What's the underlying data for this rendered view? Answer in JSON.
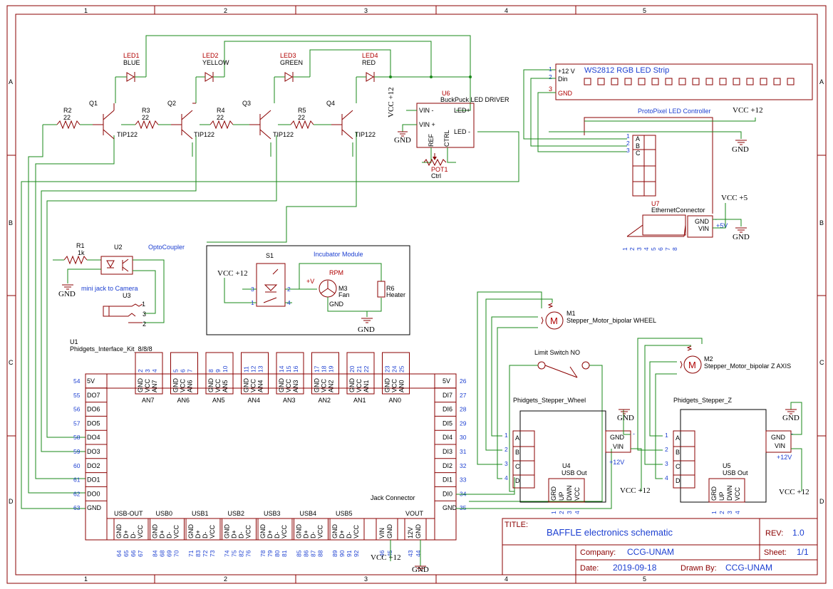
{
  "frame": {
    "columns": [
      "1",
      "2",
      "3",
      "4",
      "5"
    ],
    "rows": [
      "A",
      "B",
      "C",
      "D"
    ]
  },
  "title_block": {
    "title_label": "TITLE:",
    "title": "BAFFLE electronics schematic",
    "rev_label": "REV:",
    "rev": "1.0",
    "company_label": "Company:",
    "company": "CCG-UNAM",
    "sheet_label": "Sheet:",
    "sheet": "1/1",
    "date_label": "Date:",
    "date": "2019-09-18",
    "drawn_label": "Drawn By:",
    "drawn": "CCG-UNAM"
  },
  "leds": [
    {
      "ref": "LED1",
      "value": "BLUE"
    },
    {
      "ref": "LED2",
      "value": "YELLOW"
    },
    {
      "ref": "LED3",
      "value": "GREEN"
    },
    {
      "ref": "LED4",
      "value": "RED"
    }
  ],
  "transistors": [
    {
      "ref": "Q1",
      "value": "TIP122"
    },
    {
      "ref": "Q2",
      "value": "TIP122"
    },
    {
      "ref": "Q3",
      "value": "TIP122"
    },
    {
      "ref": "Q4",
      "value": "TIP122"
    }
  ],
  "resistors": [
    {
      "ref": "R2",
      "value": "22"
    },
    {
      "ref": "R3",
      "value": "22"
    },
    {
      "ref": "R4",
      "value": "22"
    },
    {
      "ref": "R5",
      "value": "22"
    }
  ],
  "driver": {
    "ref": "U6",
    "name": "BuckPuck LED DRIVER",
    "vin_minus": "VIN -",
    "vin_plus": "VIN +",
    "led_plus": "LED+",
    "led_minus": "LED -",
    "ref_pin": "REF",
    "ctrl_pin": "CTRL",
    "pot_ref": "POT1",
    "pot_name": "Ctrl"
  },
  "strip": {
    "title": "WS2812 RGB LED Strip",
    "pins": [
      {
        "num": "1",
        "name": "+12 V"
      },
      {
        "num": "2",
        "name": "Din"
      },
      {
        "num": "3",
        "name": "GND"
      }
    ]
  },
  "protopixel": {
    "title": "ProtoPixel LED Controller",
    "pins": [
      "A",
      "B",
      "C"
    ],
    "pin_nums": [
      "1",
      "2",
      "3"
    ]
  },
  "ethernet": {
    "ref": "U7",
    "name": "EthernetConnector",
    "pins": [
      "1",
      "2",
      "3",
      "4",
      "5",
      "6",
      "7",
      "8"
    ],
    "gnd": "GND",
    "vin": "VIN",
    "v": "+5V"
  },
  "power": {
    "vcc12": "VCC +12",
    "vcc5": "VCC +5",
    "gnd": "GND"
  },
  "opto": {
    "r_ref": "R1",
    "r_val": "1k",
    "ref": "U2",
    "name": "OptoCoupler",
    "jack_label": "mini jack to Camera",
    "jack_ref": "U3",
    "p1": "1",
    "p2": "2",
    "p3": "3"
  },
  "incubator": {
    "title": "Incubator Module",
    "switch_ref": "S1",
    "fan_ref": "M3",
    "fan_name": "Fan",
    "rpm": "RPM",
    "heater_ref": "R6",
    "heater_name": "Heater",
    "plusv": "+V",
    "gnd": "GND",
    "p1": "1",
    "p2": "2",
    "p3": "3",
    "p4": "4"
  },
  "interface_kit": {
    "ref": "U1",
    "name": "Phidgets_Interface_Kit_8/8/8",
    "left_pins": [
      {
        "num": "54",
        "name": "5V"
      },
      {
        "num": "55",
        "name": "DO7"
      },
      {
        "num": "56",
        "name": "DO6"
      },
      {
        "num": "57",
        "name": "DO5"
      },
      {
        "num": "58",
        "name": "DO4"
      },
      {
        "num": "59",
        "name": "DO3"
      },
      {
        "num": "60",
        "name": "DO2"
      },
      {
        "num": "61",
        "name": "DO1"
      },
      {
        "num": "62",
        "name": "DO0"
      },
      {
        "num": "63",
        "name": "GND"
      }
    ],
    "right_pins": [
      {
        "num": "26",
        "name": "5V"
      },
      {
        "num": "27",
        "name": "DI7"
      },
      {
        "num": "28",
        "name": "DI6"
      },
      {
        "num": "29",
        "name": "DI5"
      },
      {
        "num": "30",
        "name": "DI4"
      },
      {
        "num": "31",
        "name": "DI3"
      },
      {
        "num": "32",
        "name": "DI2"
      },
      {
        "num": "33",
        "name": "DI1"
      },
      {
        "num": "34",
        "name": "DI0"
      },
      {
        "num": "35",
        "name": "GND"
      }
    ],
    "analog": [
      {
        "label": "AN7",
        "nums": [
          "2",
          "3",
          "4"
        ]
      },
      {
        "label": "AN6",
        "nums": [
          "5",
          "6",
          "7"
        ]
      },
      {
        "label": "AN5",
        "nums": [
          "8",
          "9",
          "10"
        ]
      },
      {
        "label": "AN4",
        "nums": [
          "11",
          "12",
          "13"
        ]
      },
      {
        "label": "AN3",
        "nums": [
          "14",
          "15",
          "16"
        ]
      },
      {
        "label": "AN2",
        "nums": [
          "17",
          "18",
          "19"
        ]
      },
      {
        "label": "AN1",
        "nums": [
          "20",
          "21",
          "22"
        ]
      },
      {
        "label": "AN0",
        "nums": [
          "23",
          "24",
          "25"
        ]
      }
    ],
    "usb_groups": [
      {
        "label": "USB-OUT",
        "names": [
          "GND",
          "D+",
          "D-",
          "VCC"
        ],
        "nums": [
          "64",
          "65",
          "66",
          "67"
        ]
      },
      {
        "label": "USB0",
        "names": [
          "GND",
          "D+",
          "D-",
          "VCC"
        ],
        "nums": [
          "84",
          "68",
          "69",
          "70"
        ]
      },
      {
        "label": "USB1",
        "names": [
          "GND",
          "D+",
          "D-",
          "VCC"
        ],
        "nums": [
          "71",
          "83",
          "72",
          "73"
        ]
      },
      {
        "label": "USB2",
        "names": [
          "GND",
          "D+",
          "D-",
          "VCC"
        ],
        "nums": [
          "74",
          "75",
          "82",
          "76"
        ]
      },
      {
        "label": "USB3",
        "names": [
          "GND",
          "D+",
          "D-",
          "VCC"
        ],
        "nums": [
          "78",
          "79",
          "80",
          "81"
        ]
      },
      {
        "label": "USB4",
        "names": [
          "GND",
          "D+",
          "D-",
          "VCC"
        ],
        "nums": [
          "85",
          "86",
          "87",
          "88"
        ]
      },
      {
        "label": "USB5",
        "names": [
          "GND",
          "D+",
          "D-",
          "VCC"
        ],
        "nums": [
          "89",
          "90",
          "91",
          "92"
        ]
      }
    ],
    "jack_label": "Jack Connector",
    "jack": {
      "names": [
        "VIN",
        "GND"
      ],
      "nums": [
        "46",
        "45"
      ]
    },
    "vout_label": "VOUT",
    "vout": {
      "names": [
        "12V",
        "GND"
      ],
      "nums": [
        "43",
        "44"
      ]
    }
  },
  "motors": [
    {
      "ref": "M1",
      "name": "Stepper_Motor_bipolar WHEEL"
    },
    {
      "ref": "M2",
      "name": "Stepper_Motor_bipolar Z AXIS"
    }
  ],
  "limit_switch": "Limit Switch NO",
  "stepper_wheel": {
    "title": "Phidgets_Stepper_Wheel",
    "ref": "U4",
    "usb": "USB Out",
    "v": "+12V"
  },
  "stepper_z": {
    "title": "Phidgets_Stepper_Z",
    "ref": "U5",
    "usb": "USB Out",
    "v": "+12V"
  },
  "stepper_pins": [
    "A",
    "B",
    "C",
    "D"
  ],
  "stepper_pin_nums": [
    "1",
    "2",
    "3",
    "4"
  ],
  "stepper_usb": [
    "GRD",
    "UP",
    "DWN",
    "VCC"
  ],
  "stepper_usb_nums": [
    "1",
    "2",
    "3",
    "4"
  ],
  "gnd_vin": [
    "GND",
    "VIN"
  ],
  "minus": "-"
}
